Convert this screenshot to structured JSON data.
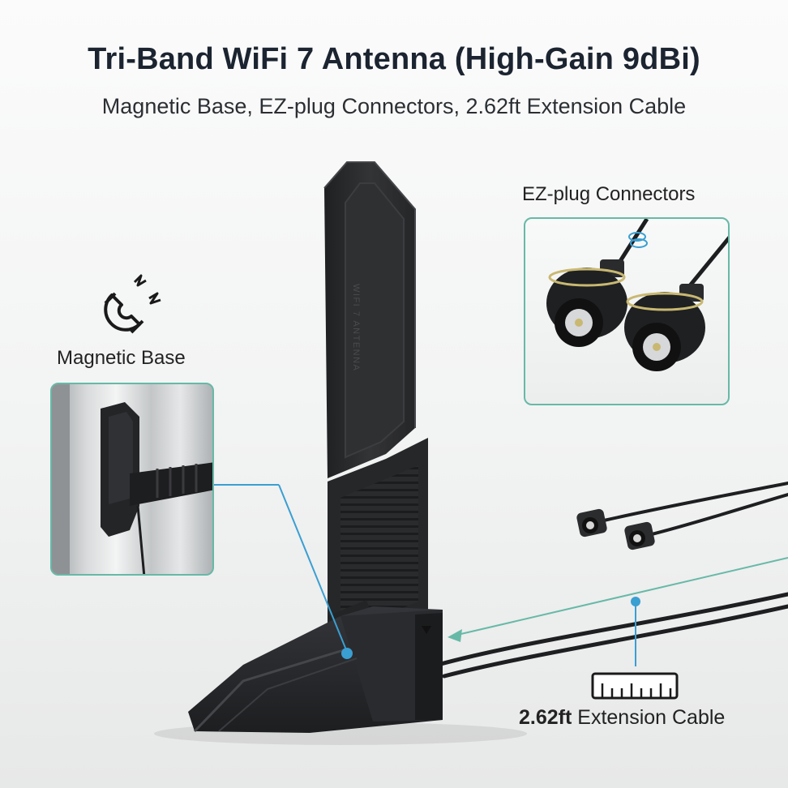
{
  "header": {
    "title": "Tri-Band WiFi 7 Antenna (High-Gain 9dBi)",
    "subtitle": "Magnetic Base, EZ-plug Connectors, 2.62ft Extension Cable"
  },
  "callouts": {
    "magnetic_base": "Magnetic Base",
    "ez_plug": "EZ-plug Connectors",
    "cable_length": "2.62ft",
    "cable_label": "Extension Cable"
  },
  "product_imprint": "WIFI 7 ANTENNA",
  "colors": {
    "accent": "#3a9fd1",
    "panel_border": "#67b9a7",
    "antenna_body": "#2b2c2e",
    "cable": "#1e1f21",
    "title": "#1b2430"
  },
  "icons": {
    "magnet": "magnet-icon",
    "ruler": "ruler-icon"
  }
}
